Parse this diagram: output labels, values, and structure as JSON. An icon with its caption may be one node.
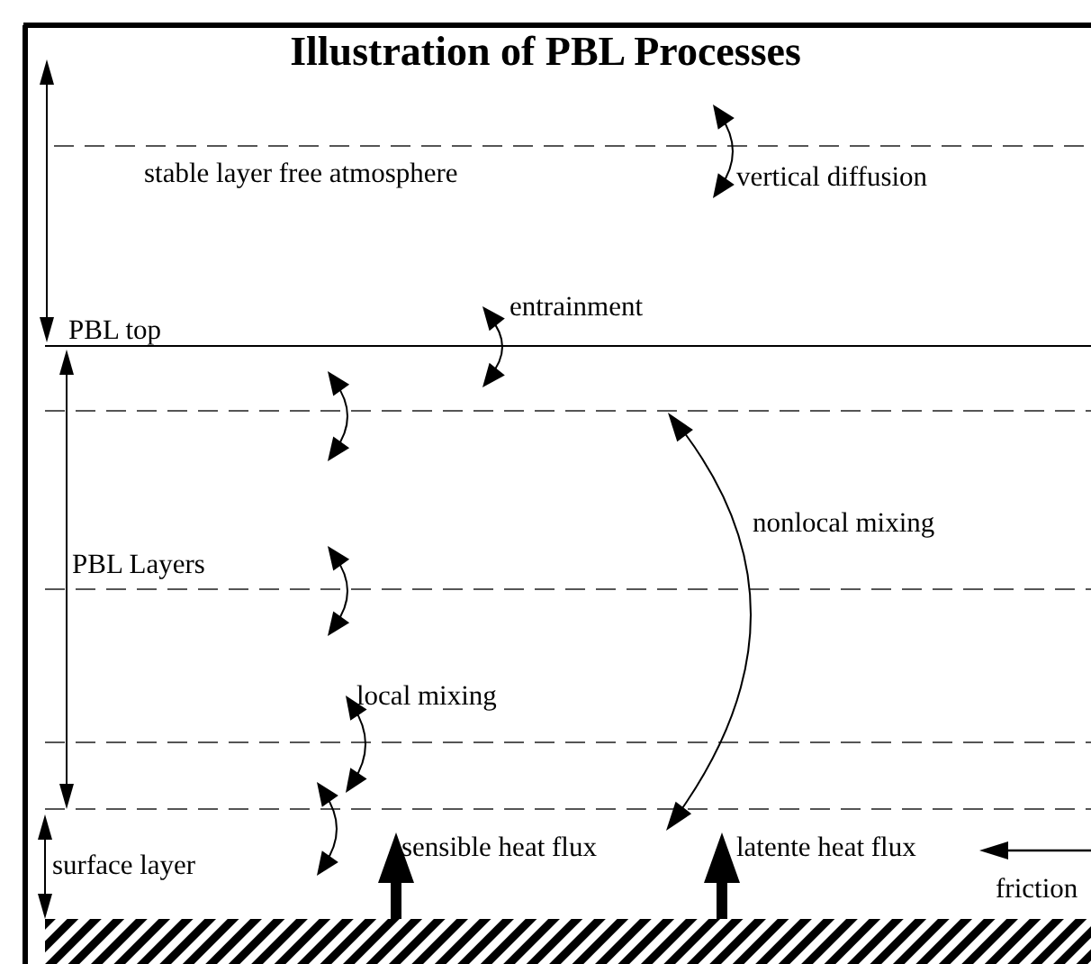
{
  "diagram": {
    "title": "Illustration of PBL Processes",
    "labels": [
      "stable layer free atmosphere",
      "vertical diffusion",
      "entrainment",
      "PBL top",
      "nonlocal mixing",
      "PBL Layers",
      "local mixing",
      "sensible heat flux",
      "latente heat flux",
      "surface layer",
      "friction"
    ]
  }
}
